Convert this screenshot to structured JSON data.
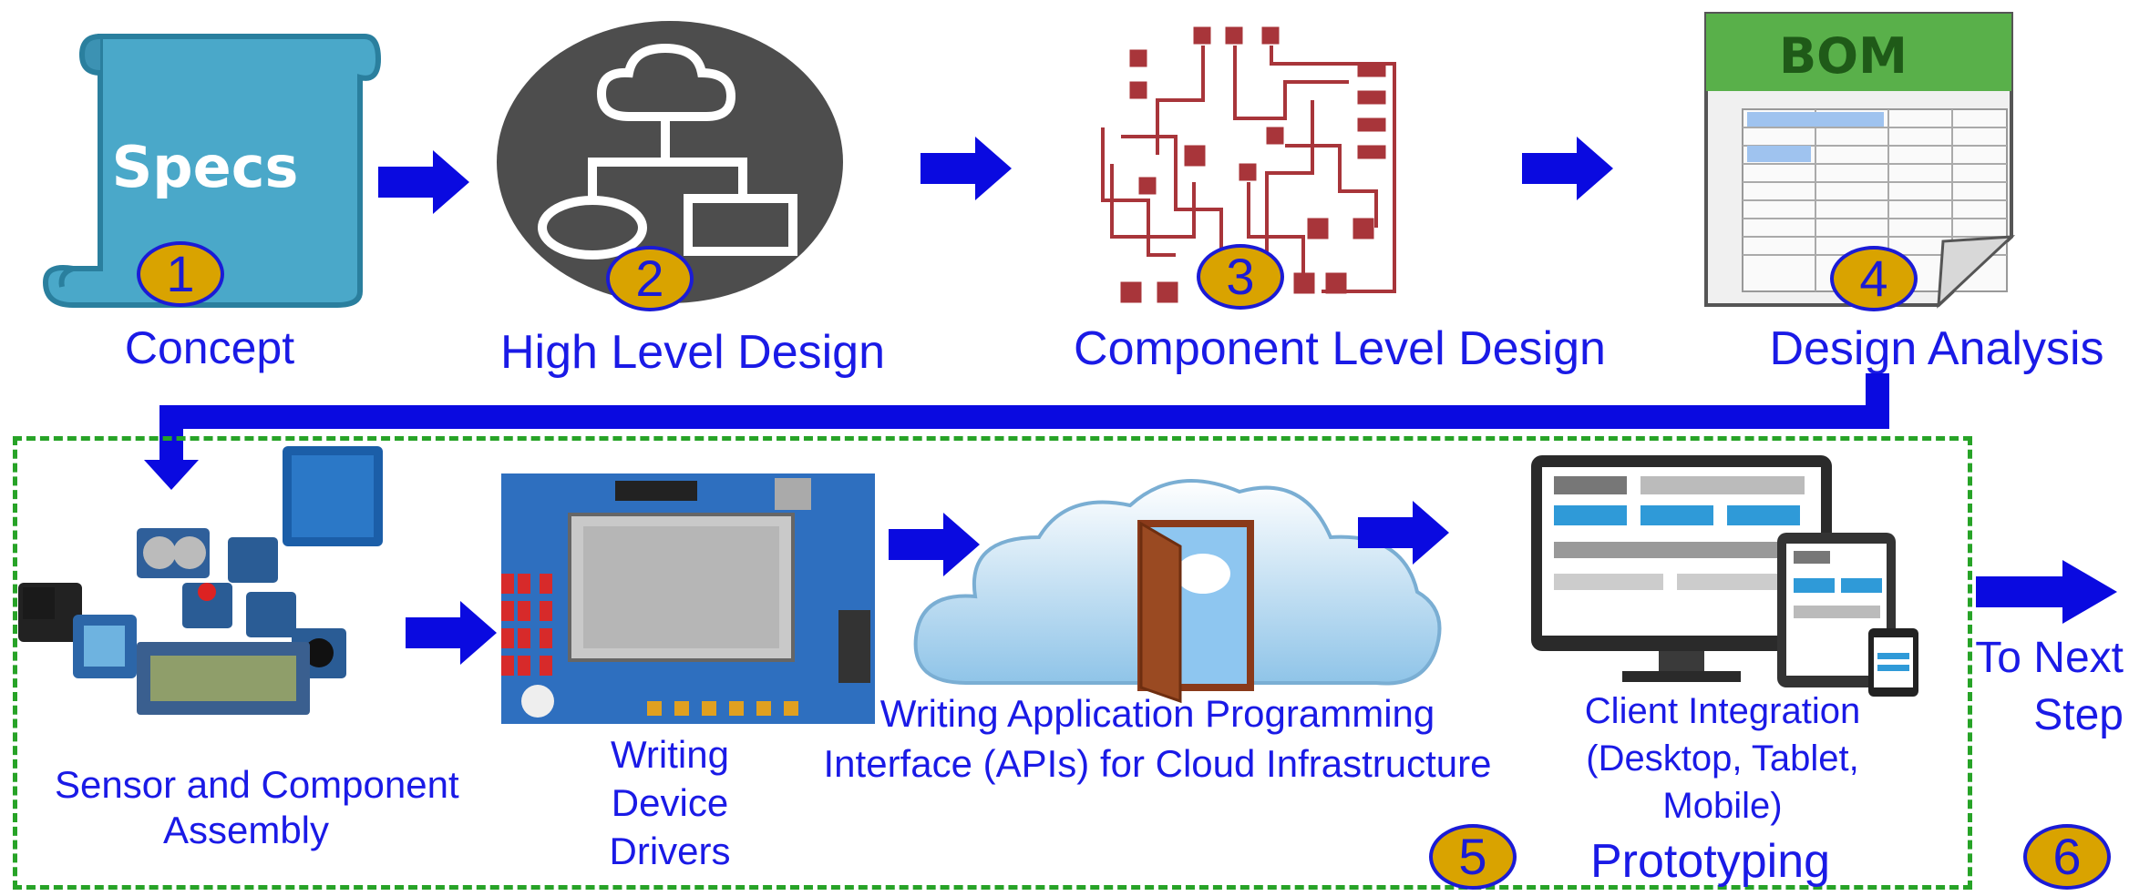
{
  "top_row": {
    "concept": {
      "label": "Concept",
      "badge": "1",
      "image_text": "Specs"
    },
    "high_level": {
      "label": "High Level Design",
      "badge": "2"
    },
    "component_level": {
      "label": "Component Level Design",
      "badge": "3"
    },
    "design_analysis": {
      "label": "Design Analysis",
      "badge": "4",
      "image_text": "BOM"
    }
  },
  "prototyping": {
    "sensor": {
      "label_line1": "Sensor and Component",
      "label_line2": "Assembly"
    },
    "drivers": {
      "label_line1": "Writing",
      "label_line2": "Device",
      "label_line3": "Drivers"
    },
    "apis": {
      "label_line1": "Writing Application Programming",
      "label_line2": "Interface (APIs)  for Cloud Infrastructure"
    },
    "client": {
      "label_line1": "Client Integration",
      "label_line2": "(Desktop, Tablet,",
      "label_line3": "Mobile)"
    },
    "title": "Prototyping",
    "badge": "5"
  },
  "next_step": {
    "label_line1": "To Next",
    "label_line2": "Step",
    "badge": "6"
  },
  "colors": {
    "label_blue": "#1a1ae6",
    "arrow_blue": "#0a0ae0",
    "badge_gold": "#d9a300",
    "dashed_green": "#27a327"
  }
}
